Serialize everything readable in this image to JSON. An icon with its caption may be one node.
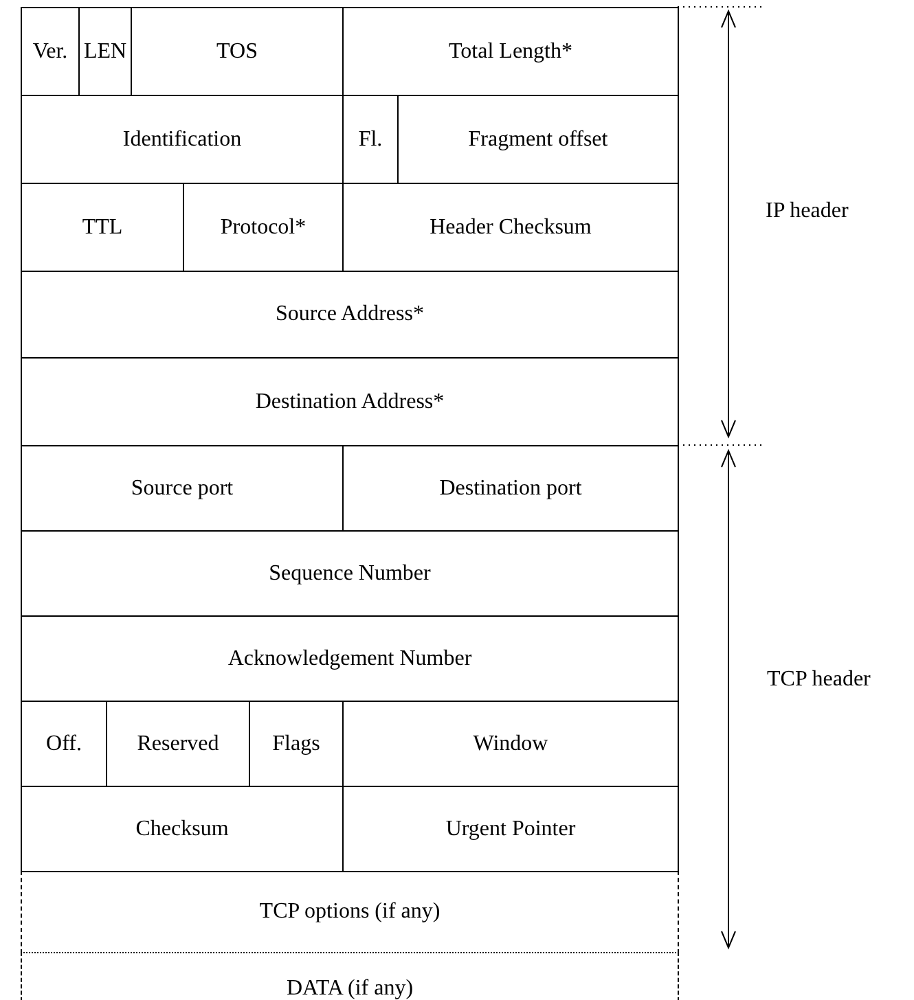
{
  "diagram": {
    "labels": [
      "Ver.",
      "LEN",
      "TOS",
      "Total Length*",
      "Identification",
      "Fl.",
      "Fragment offset",
      "TTL",
      "Protocol*",
      "Header Checksum",
      "Source Address*",
      "Destination Address*",
      "Source port",
      "Destination port",
      "Sequence Number",
      "Acknowledgement Number",
      "Off.",
      "Reserved",
      "Flags",
      "Window",
      "Checksum",
      "Urgent Pointer",
      "TCP options (if any)",
      "DATA (if any)",
      "IP header",
      "TCP header"
    ]
  }
}
